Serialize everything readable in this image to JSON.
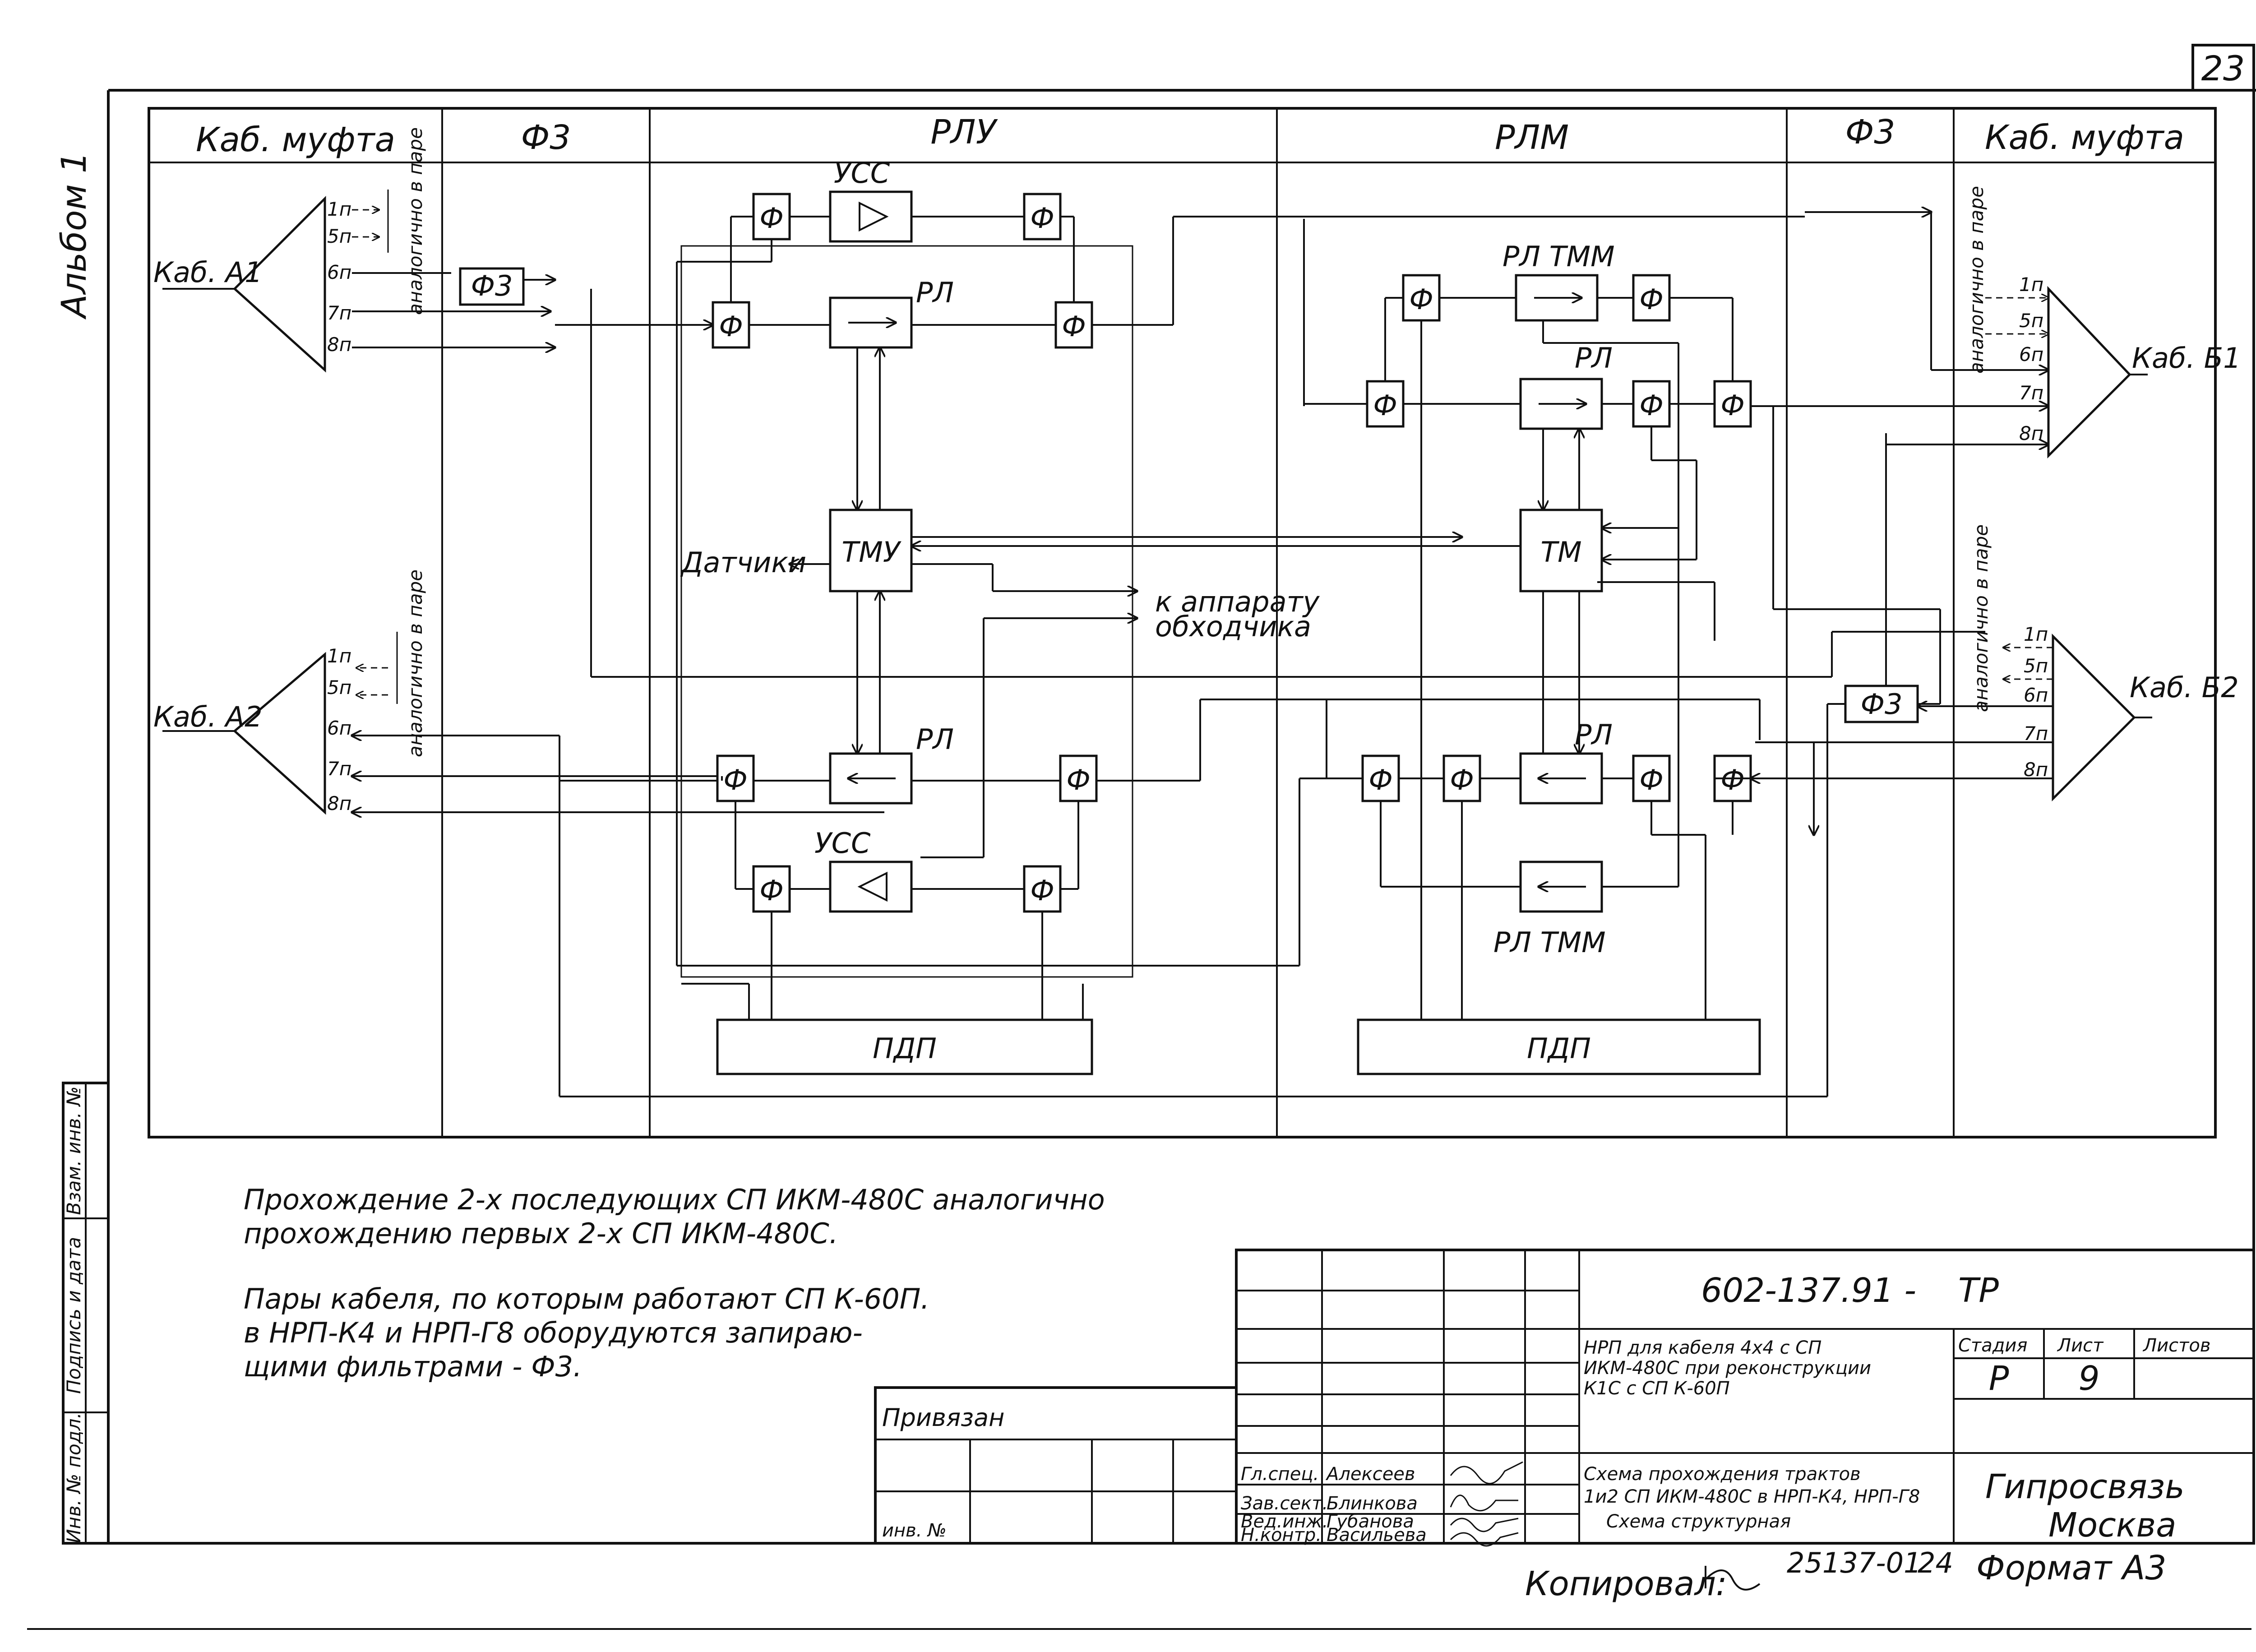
{
  "sheet_number": "23",
  "album": "Альбом 1",
  "columns": {
    "col1": "Каб. муфта",
    "col2": "Ф3",
    "col3": "РЛУ",
    "col4": "РЛМ",
    "col5": "Ф3",
    "col6": "Каб. муфта"
  },
  "cables": {
    "a1": "Каб. А1",
    "a2": "Каб. А2",
    "b1": "Каб. Б1",
    "b2": "Каб. Б2"
  },
  "pairs": [
    "1п",
    "5п",
    "6п",
    "7п",
    "8п"
  ],
  "pair_note": "аналогично в паре",
  "blocks": {
    "filter": "Ф",
    "usc": "УСС",
    "rl": "РЛ",
    "rl_tmm": "РЛ ТММ",
    "tmu": "ТМУ",
    "tm": "ТМ",
    "pdp": "ПДП",
    "f3": "Ф3"
  },
  "labels": {
    "sensors": "Датчики",
    "walker_1": "к аппарату",
    "walker_2": "обходчика"
  },
  "notes": {
    "line1": "Прохождение 2-х последующих СП ИКМ-480С аналогично",
    "line2": "прохождению первых 2-х СП ИКМ-480С.",
    "line3": "Пары кабеля, по которым работают СП К-60П.",
    "line4": "в НРП-К4 и НРП-Г8 оборудуются запираю-",
    "line5": "щими фильтрами - Ф3."
  },
  "margin_stamp": {
    "inv_podl": "Инв. № подл.",
    "podpis": "Подпись и дата",
    "vzam": "Взам. инв. №"
  },
  "title_block": {
    "doc_code": "602-137.91 -",
    "doc_suffix": "ТР",
    "privyazan": "Привязан",
    "inv": "инв. №",
    "roles": [
      "Гл.спец.",
      "Зав.сект.",
      "Вед.инж.",
      "Н.контр."
    ],
    "names": [
      "Алексеев",
      "Блинкова",
      "Губанова",
      "Васильева"
    ],
    "desc1_l1": "НРП для кабеля 4х4 с СП",
    "desc1_l2": "ИКМ-480С при реконструкции",
    "desc1_l3": "К1С с СП К-60П",
    "desc2_l1": "Схема прохождения трактов",
    "desc2_l2": "1и2 СП ИКМ-480С в НРП-К4, НРП-Г8",
    "desc2_l3": "Схема структурная",
    "stage_h": "Стадия",
    "sheet_h": "Лист",
    "sheets_h": "Листов",
    "stage": "Р",
    "sheet": "9",
    "org": "Гипросвязь",
    "city": "Москва"
  },
  "footer": {
    "copied": "Копировал:",
    "order": "25137-01",
    "page": "24",
    "format": "Формат А3"
  }
}
